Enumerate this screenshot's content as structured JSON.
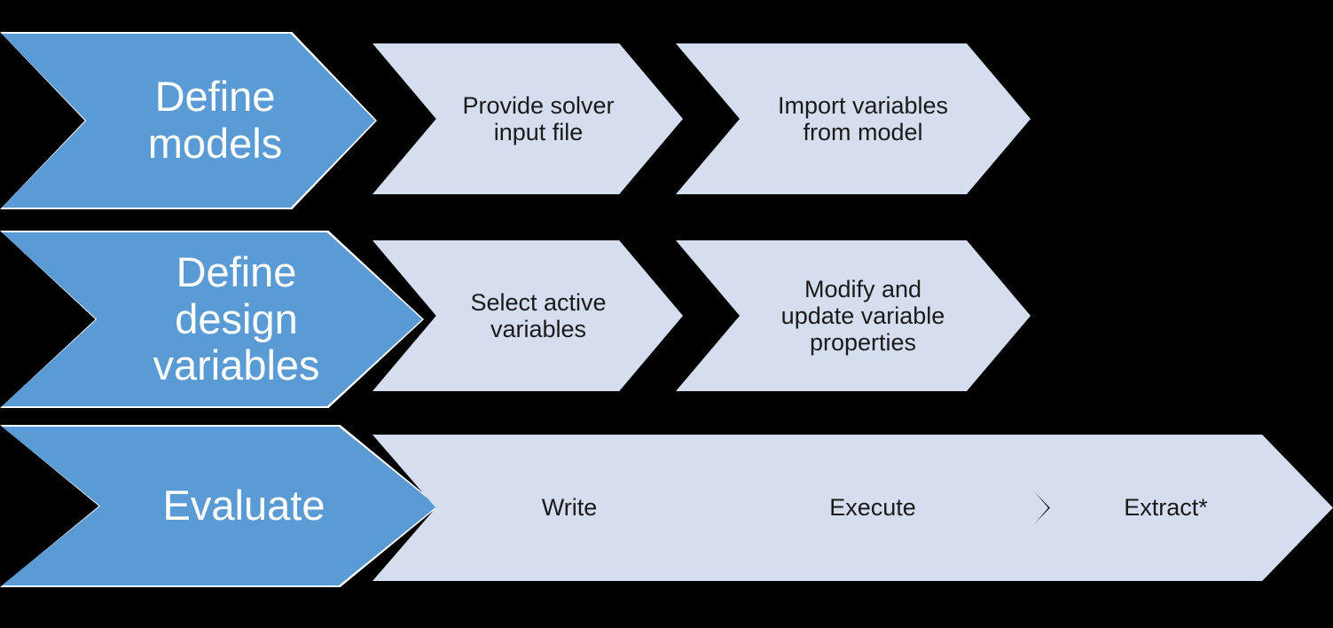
{
  "diagram": {
    "title": "Optimization workflow chevron process",
    "colors": {
      "background": "#000000",
      "primary_fill": "#5B9BD5",
      "primary_text": "#FFFFFF",
      "primary_border": "#FFFFFF",
      "secondary_fill": "#D5DEEF",
      "secondary_text": "#1A1A1A"
    },
    "rows": [
      {
        "id": "row-define-models",
        "stages": [
          {
            "id": "define-models",
            "label": "Define\nmodels",
            "kind": "primary"
          },
          {
            "id": "provide-solver-input-file",
            "label": "Provide solver\ninput file",
            "kind": "secondary"
          },
          {
            "id": "import-variables-from-model",
            "label": "Import variables\nfrom model",
            "kind": "secondary"
          }
        ]
      },
      {
        "id": "row-define-design-variables",
        "stages": [
          {
            "id": "define-design-variables",
            "label": "Define\ndesign\nvariables",
            "kind": "primary"
          },
          {
            "id": "select-active-variables",
            "label": "Select active\nvariables",
            "kind": "secondary"
          },
          {
            "id": "modify-and-update-variable-properties",
            "label": "Modify and\nupdate variable\nproperties",
            "kind": "secondary"
          }
        ]
      },
      {
        "id": "row-evaluate",
        "stages": [
          {
            "id": "evaluate",
            "label": "Evaluate",
            "kind": "primary"
          },
          {
            "id": "write",
            "label": "Write",
            "kind": "secondary"
          },
          {
            "id": "execute",
            "label": "Execute",
            "kind": "secondary"
          },
          {
            "id": "extract",
            "label": "Extract*",
            "kind": "secondary"
          }
        ]
      }
    ]
  }
}
